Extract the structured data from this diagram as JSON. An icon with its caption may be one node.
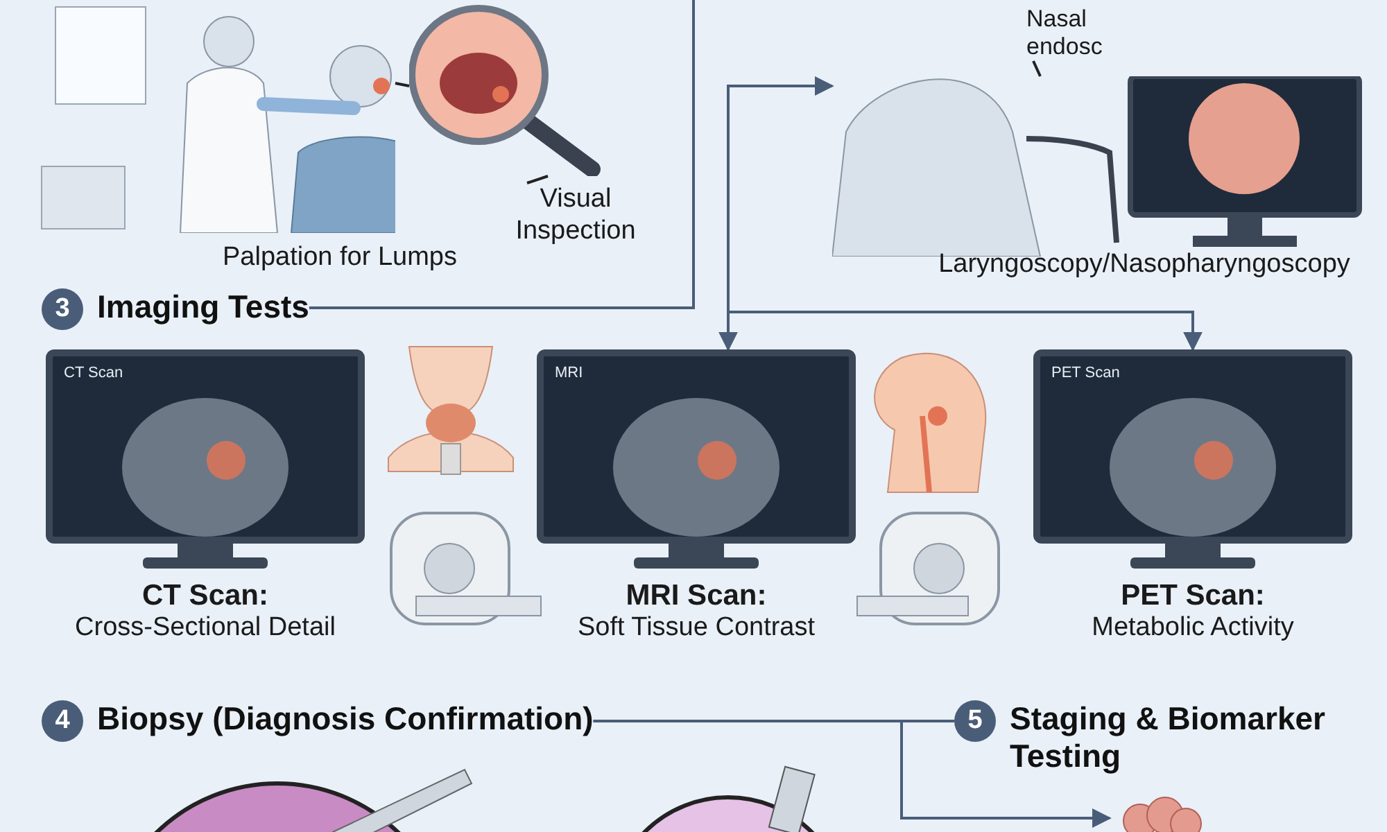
{
  "diagram": {
    "nodes": [
      {
        "text": [
          "Visual Inspection"
        ]
      },
      {
        "text": [],
        "shape": "picture"
      },
      {
        "text": [],
        "shape": "picture",
        "beside": [
          "Palpation for Lumps"
        ]
      },
      {
        "text": [
          "Nasal endosc"
        ]
      },
      {
        "text": [],
        "shape": "picture",
        "beside": [
          "Laryngoscopy/Nasopharyngoscopy"
        ]
      },
      {
        "text": [
          "3",
          "Imaging Tests"
        ]
      },
      {
        "text": [
          "CT Scan"
        ],
        "beside": [
          "CT Scan:",
          "Cross-Sectional Detail"
        ]
      },
      {
        "text": [
          "MRI"
        ],
        "beside": [
          "MRI Scan:",
          "Soft Tissue Contrast"
        ]
      },
      {
        "text": [
          "PET Scan"
        ],
        "beside": [
          "PET Scan:",
          "Metabolic Activity"
        ]
      },
      {
        "text": [
          "4",
          "Biopsy (Diagnosis Confirmation)"
        ]
      },
      {
        "text": [
          "5",
          "Staging & Biomarker Testing"
        ]
      },
      {
        "text": [],
        "shape": "picture"
      }
    ],
    "edges": [
      {
        "from": 0,
        "to": 1,
        "arrow": "none"
      },
      {
        "from": 2,
        "to": 1,
        "arrow": "none"
      },
      {
        "from": 3,
        "to": 4,
        "arrow": "none"
      },
      {
        "from": 5,
        "to": null,
        "arrow": "none"
      },
      {
        "from": null,
        "to": 4,
        "arrow": "to"
      },
      {
        "from": null,
        "to": 7,
        "arrow": "to"
      },
      {
        "from": null,
        "to": 8,
        "arrow": "to"
      },
      {
        "from": 9,
        "to": 10,
        "arrow": "none"
      },
      {
        "from": 9,
        "to": 11,
        "arrow": "to"
      }
    ]
  }
}
